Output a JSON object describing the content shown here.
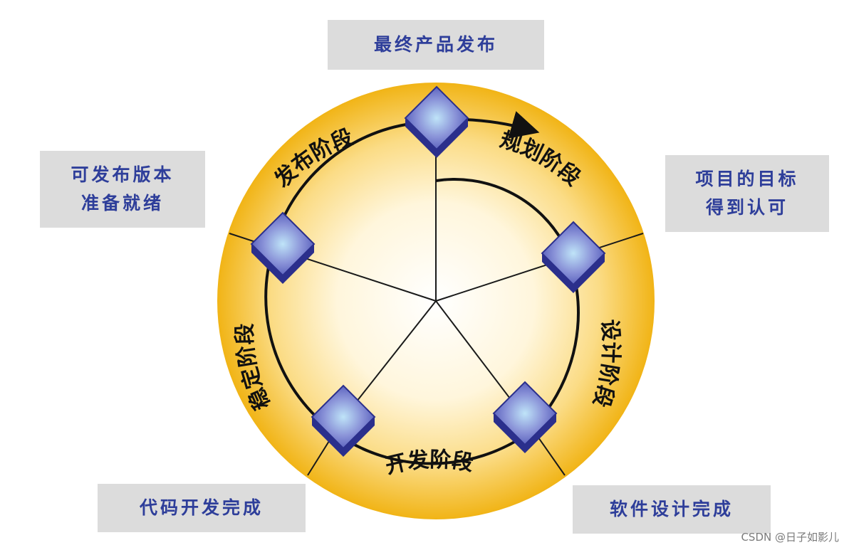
{
  "colors": {
    "ring_outer": "#f1b416",
    "ring_inner": "#fff8e2",
    "box_fill": "#dcdcdc",
    "box_text": "#2e3e9a",
    "diamond": "#6f73c8",
    "diamond_edge": "#2b2f8c"
  },
  "milestones": {
    "final_release": "最终产品发布",
    "project_goals": [
      "项目的目标",
      "得到认可"
    ],
    "release_ready": [
      "可发布版本",
      "准备就绪"
    ],
    "design_done": "软件设计完成",
    "code_done": "代码开发完成"
  },
  "phases": {
    "planning": "规划阶段",
    "design": "设计阶段",
    "development": "开发阶段",
    "stabilization": "稳定阶段",
    "release": "发布阶段"
  },
  "watermark": "CSDN @日子如影儿"
}
